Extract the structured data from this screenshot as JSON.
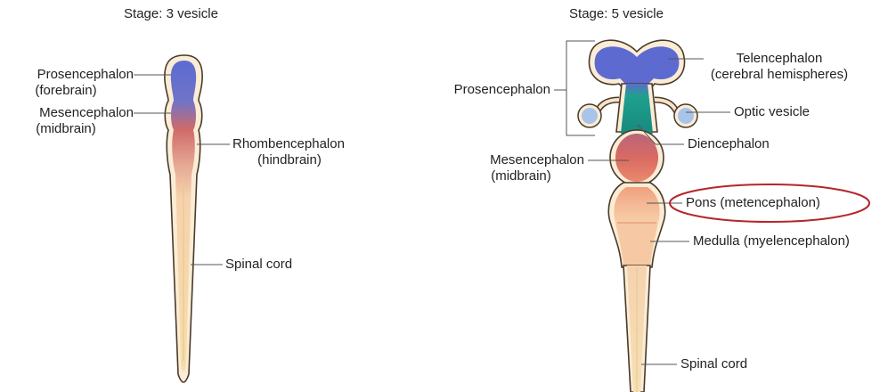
{
  "left_panel": {
    "title": "Stage: 3 vesicle",
    "labels": {
      "prosencephalon": {
        "line1": "Prosencephalon",
        "line2": "(forebrain)"
      },
      "mesencephalon": {
        "line1": "Mesencephalon",
        "line2": "(midbrain)"
      },
      "rhombencephalon": {
        "line1": "Rhombencephalon",
        "line2": "(hindbrain)"
      },
      "spinal_cord": "Spinal cord"
    }
  },
  "right_panel": {
    "title": "Stage: 5 vesicle",
    "labels": {
      "telencephalon": {
        "line1": "Telencephalon",
        "line2": "(cerebral hemispheres)"
      },
      "prosencephalon": "Prosencephalon",
      "optic_vesicle": "Optic vesicle",
      "diencephalon": "Diencephalon",
      "mesencephalon": {
        "line1": "Mesencephalon",
        "line2": "(midbrain)"
      },
      "pons": "Pons (metencephalon)",
      "medulla": "Medulla (myelencephalon)",
      "spinal_cord": "Spinal cord"
    },
    "highlight": {
      "target": "pons",
      "color": "#b5262a"
    }
  },
  "colors": {
    "forebrain": "#6a78d0",
    "midbrain": "#d26a6a",
    "hindbrain": "#f2c2a0",
    "cord": "#f6dfaa",
    "diencephalon": "#1e9a8a",
    "optic": "#a9c4ea",
    "outline": "#4a3a2a",
    "leader": "#555555"
  }
}
